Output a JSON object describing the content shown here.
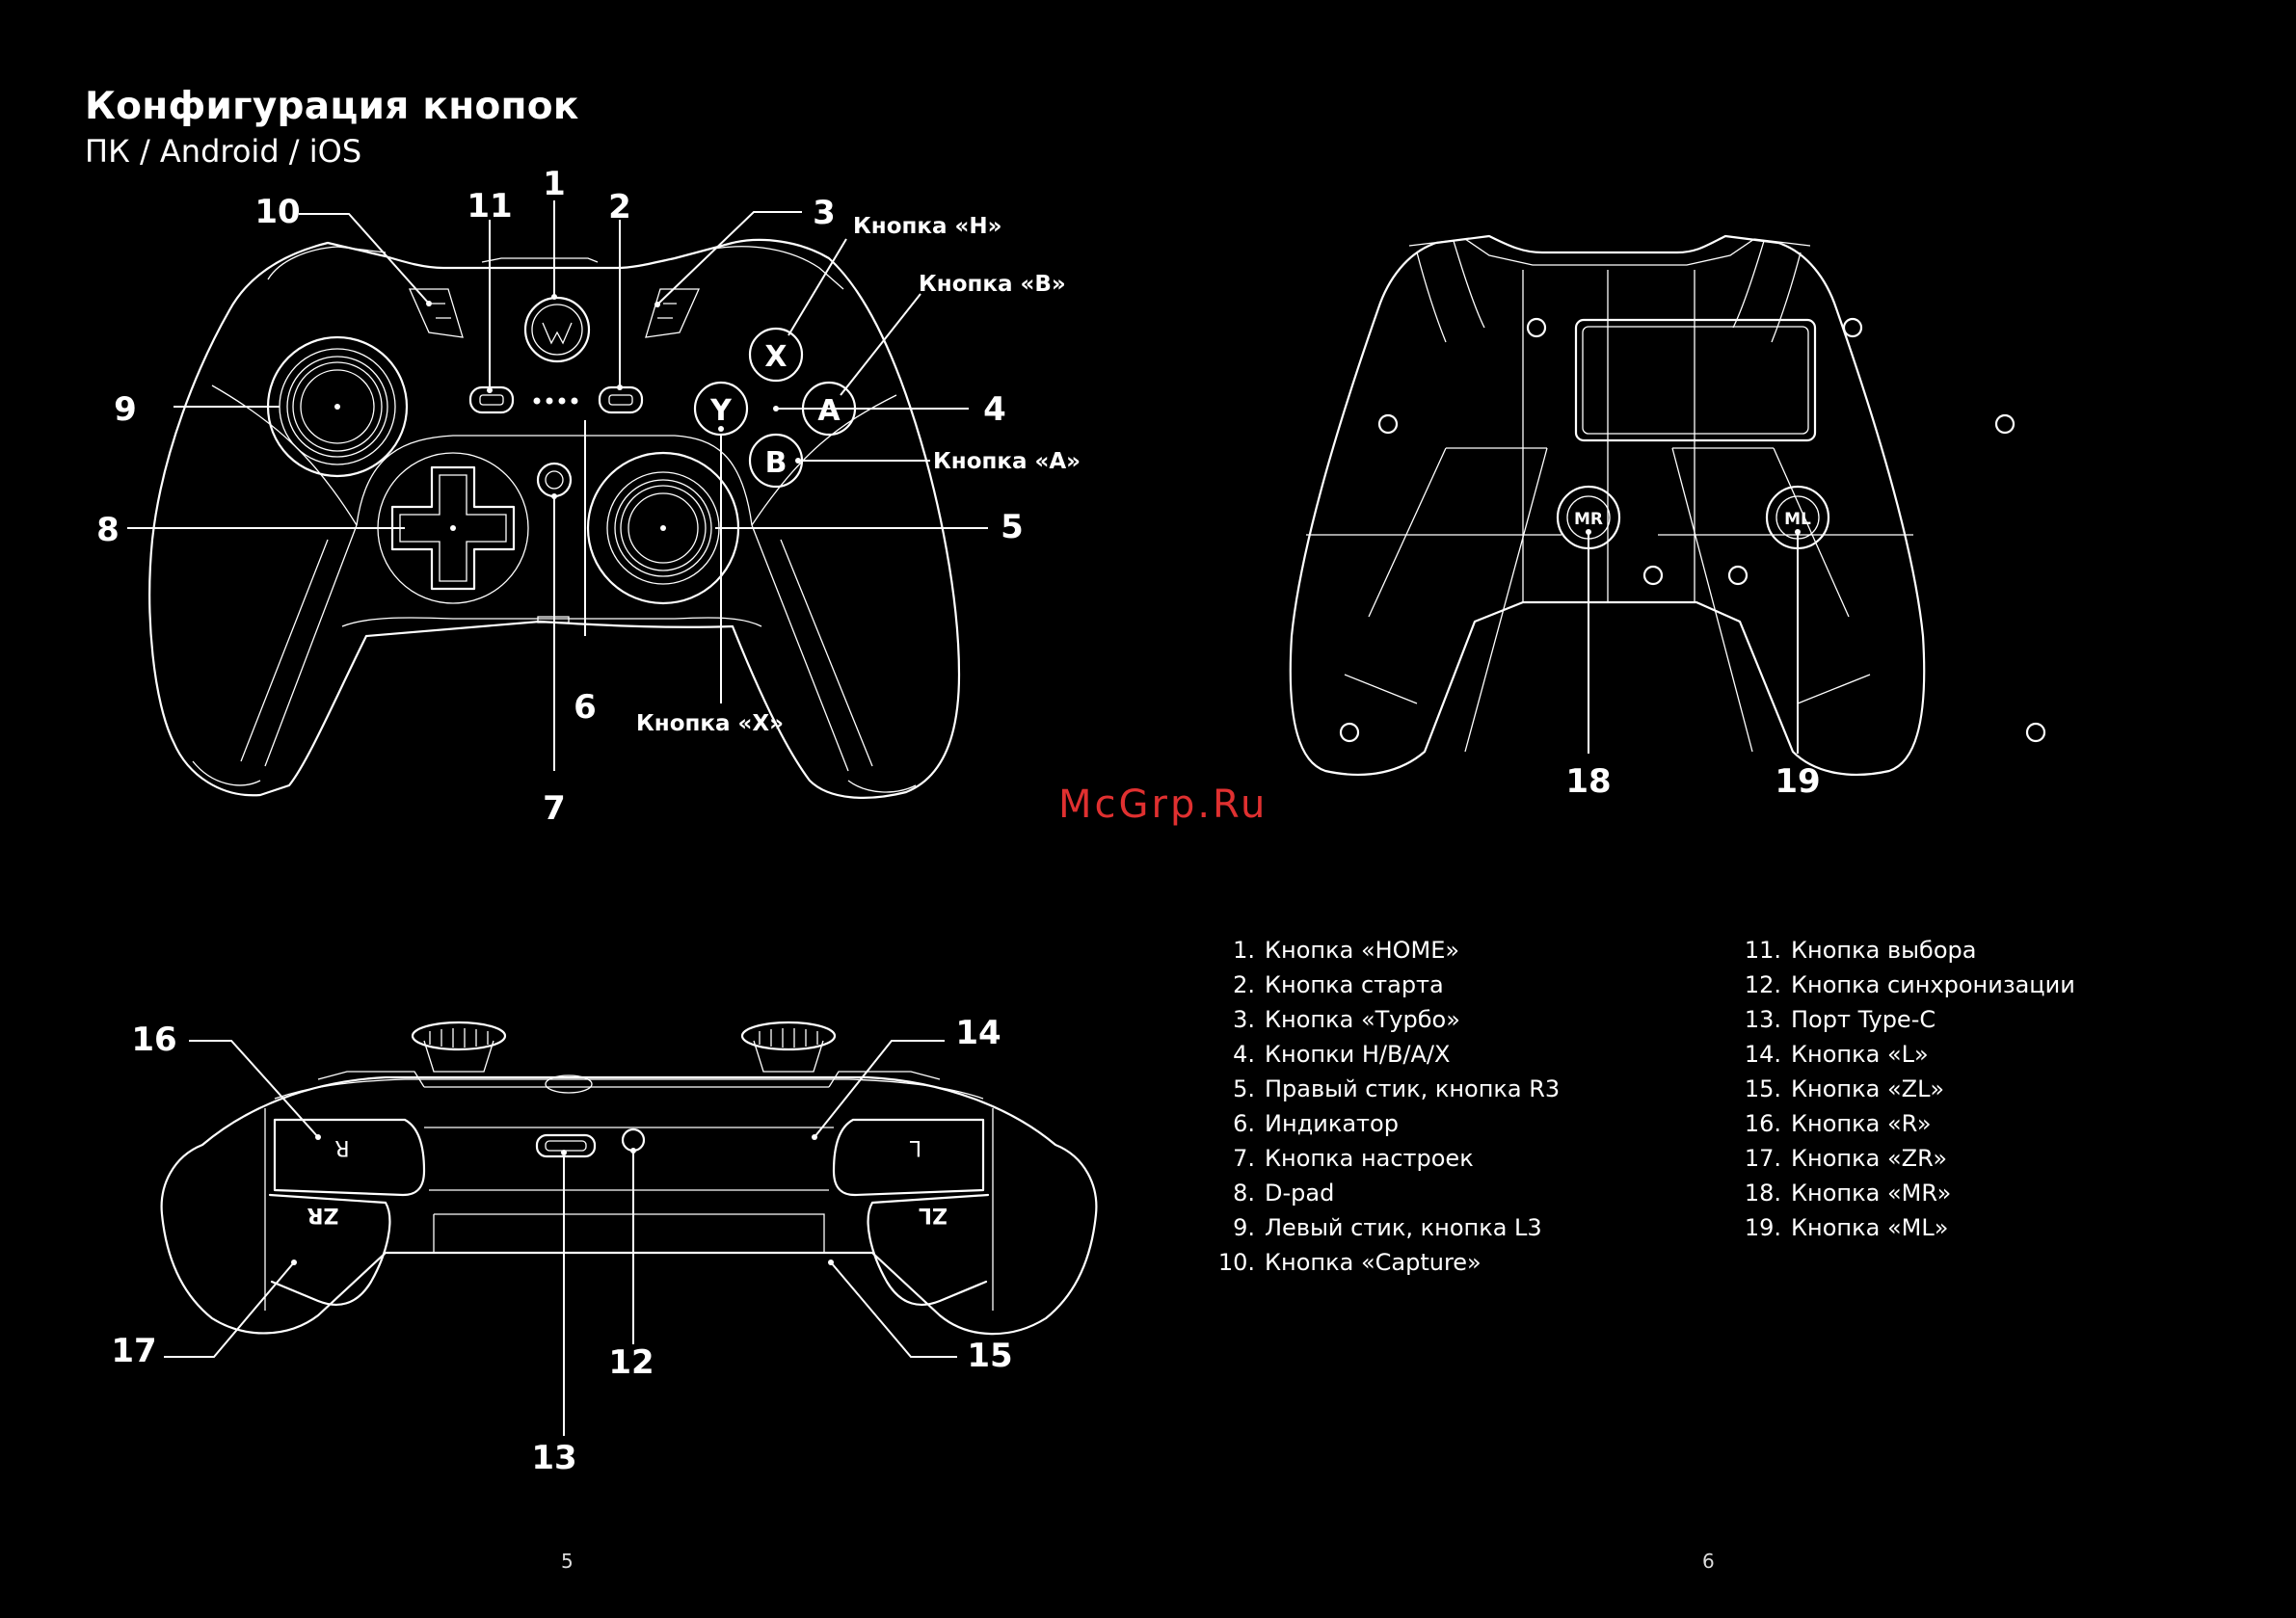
{
  "page": {
    "title": "Конфигурация кнопок",
    "subtitle": "ПК / Android / iOS",
    "watermark": "McGrp.Ru",
    "page_left": "5",
    "page_right": "6"
  },
  "front_view": {
    "callouts": [
      "1",
      "2",
      "3",
      "4",
      "5",
      "6",
      "7",
      "8",
      "9",
      "10",
      "11"
    ],
    "labels": {
      "h": "Кнопка «H»",
      "b": "Кнопка «B»",
      "a": "Кнопка «A»",
      "x": "Кнопка «X»"
    },
    "face_letters": {
      "x": "X",
      "y": "Y",
      "a": "A",
      "b": "B"
    }
  },
  "back_view": {
    "callouts": [
      "18",
      "19"
    ],
    "paddles": {
      "mr": "MR",
      "ml": "ML"
    }
  },
  "top_view": {
    "callouts": [
      "12",
      "13",
      "14",
      "15",
      "16",
      "17"
    ]
  },
  "legend": {
    "col1": [
      {
        "n": "1.",
        "t": "Кнопка «HOME»"
      },
      {
        "n": "2.",
        "t": "Кнопка старта"
      },
      {
        "n": "3.",
        "t": "Кнопка «Турбо»"
      },
      {
        "n": "4.",
        "t": "Кнопки H/B/A/X"
      },
      {
        "n": "5.",
        "t": "Правый стик, кнопка R3"
      },
      {
        "n": "6.",
        "t": "Индикатор"
      },
      {
        "n": "7.",
        "t": "Кнопка настроек"
      },
      {
        "n": "8.",
        "t": "D-pad"
      },
      {
        "n": "9.",
        "t": "Левый стик, кнопка L3"
      },
      {
        "n": "10.",
        "t": "Кнопка «Capture»"
      }
    ],
    "col2": [
      {
        "n": "11.",
        "t": "Кнопка выбора"
      },
      {
        "n": "12.",
        "t": "Кнопка синхронизации"
      },
      {
        "n": "13.",
        "t": "Порт Type-C"
      },
      {
        "n": "14.",
        "t": "Кнопка «L»"
      },
      {
        "n": "15.",
        "t": "Кнопка «ZL»"
      },
      {
        "n": "16.",
        "t": "Кнопка «R»"
      },
      {
        "n": "17.",
        "t": "Кнопка «ZR»"
      },
      {
        "n": "18.",
        "t": "Кнопка «MR»"
      },
      {
        "n": "19.",
        "t": "Кнопка «ML»"
      }
    ]
  }
}
